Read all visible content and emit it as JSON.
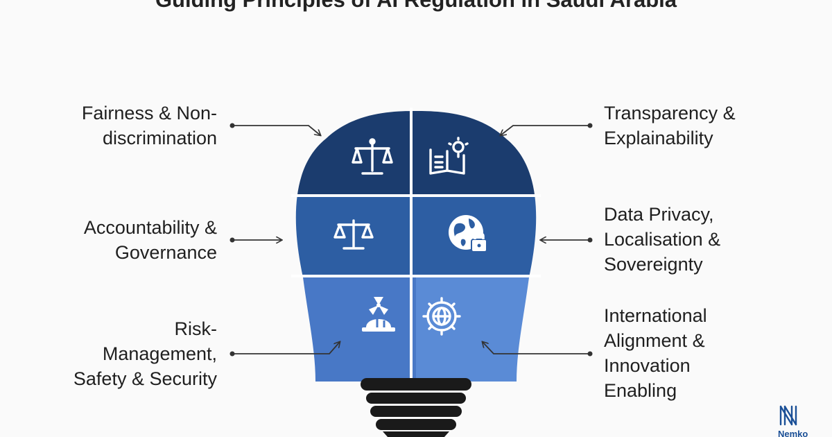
{
  "title": "Guiding Principles of AI Regulation in Saudi Arabia",
  "colors": {
    "row_top": "#1b3c6e",
    "row_mid": "#2d5ea3",
    "row_bottom": "#4878c6",
    "row_bottom_right": "#5a8bd6",
    "base": "#1a1a1a",
    "text": "#1f1f1f",
    "brand": "#1a4f96"
  },
  "principles": [
    {
      "side": "left",
      "lines": [
        "Fairness & Non-",
        "discrimination"
      ],
      "icon": "scales-of-justice-icon"
    },
    {
      "side": "right",
      "lines": [
        "Transparency &",
        "Explainability"
      ],
      "icon": "document-lightbulb-icon"
    },
    {
      "side": "left",
      "lines": [
        "Accountability &",
        "Governance"
      ],
      "icon": "balance-scale-icon"
    },
    {
      "side": "right",
      "lines": [
        "Data Privacy,",
        "Localisation &",
        "Sovereignty"
      ],
      "icon": "globe-lock-icon"
    },
    {
      "side": "left",
      "lines": [
        "Risk-",
        "Management,",
        "Safety & Security"
      ],
      "icon": "hardhat-hazard-icon"
    },
    {
      "side": "right",
      "lines": [
        "International",
        "Alignment &",
        "Innovation",
        "Enabling"
      ],
      "icon": "gear-globe-icon"
    }
  ],
  "brand": {
    "name": "Nemko",
    "logo_icon": "nemko-logo-icon"
  }
}
